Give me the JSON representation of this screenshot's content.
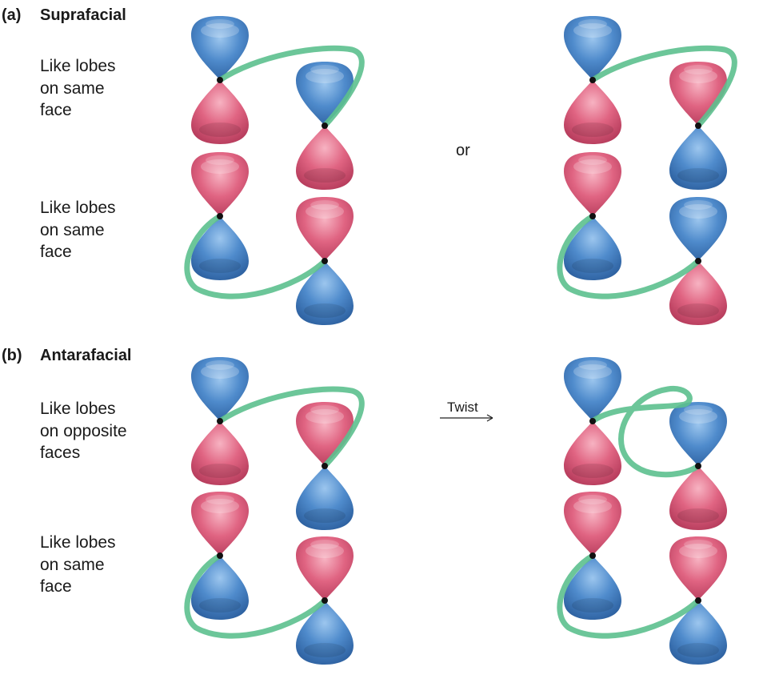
{
  "section_a": {
    "letter": "(a)",
    "title": "Suprafacial",
    "label_top": [
      "Like lobes",
      "on same",
      "face"
    ],
    "label_bottom": [
      "Like lobes",
      "on same",
      "face"
    ],
    "connector": "or"
  },
  "section_b": {
    "letter": "(b)",
    "title": "Antarafacial",
    "label_top": [
      "Like lobes",
      "on opposite",
      "faces"
    ],
    "label_bottom": [
      "Like lobes",
      "on same",
      "face"
    ],
    "arrow_label": "Twist"
  },
  "colors": {
    "blue_lobe": "#4a86c8",
    "red_lobe": "#de5a7a",
    "ribbon": "#5cc08e",
    "node": "#111111"
  }
}
